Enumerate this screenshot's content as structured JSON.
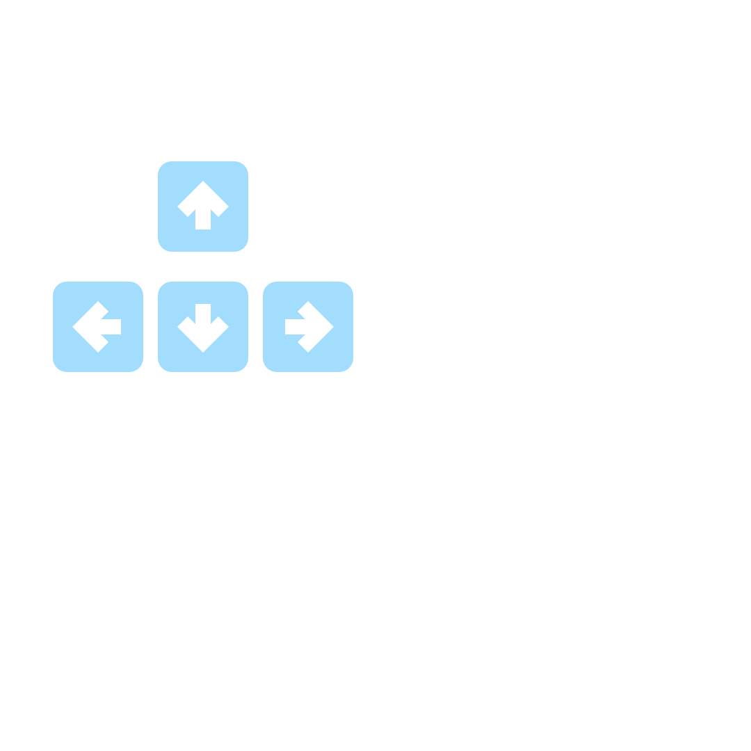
{
  "accent_color": "#a2ddfe",
  "arrow_color": "#ffffff",
  "keys": [
    {
      "id": "up",
      "icon": "arrow-up-icon"
    },
    {
      "id": "left",
      "icon": "arrow-left-icon"
    },
    {
      "id": "down",
      "icon": "arrow-down-icon"
    },
    {
      "id": "right",
      "icon": "arrow-right-icon"
    }
  ]
}
